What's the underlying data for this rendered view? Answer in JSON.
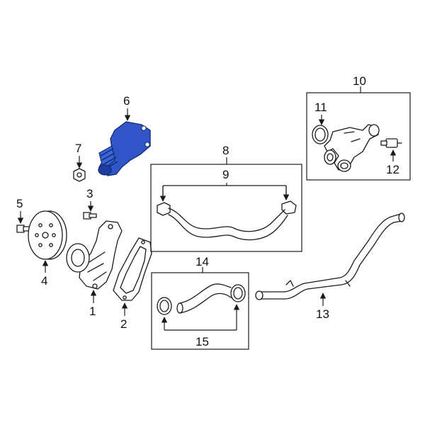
{
  "accent_color": "#2f55c8",
  "callouts": {
    "c1": "1",
    "c2": "2",
    "c3": "3",
    "c4": "4",
    "c5": "5",
    "c6": "6",
    "c7": "7",
    "c8": "8",
    "c9": "9",
    "c10": "10",
    "c11": "11",
    "c12": "12",
    "c13": "13",
    "c14": "14",
    "c15": "15"
  },
  "parts": {
    "p1": "water-pump",
    "p2": "water-pump-gasket",
    "p3": "pump-bolt",
    "p4": "pump-pulley",
    "p5": "pulley-bolt",
    "p6": "thermostat-housing",
    "p7": "housing-nut",
    "p8": "upper-hose-assembly",
    "p10": "water-outlet-assembly",
    "p11": "o-ring",
    "p12": "temperature-sensor",
    "p13": "coolant-pipe",
    "p14": "lower-hose-assembly"
  }
}
